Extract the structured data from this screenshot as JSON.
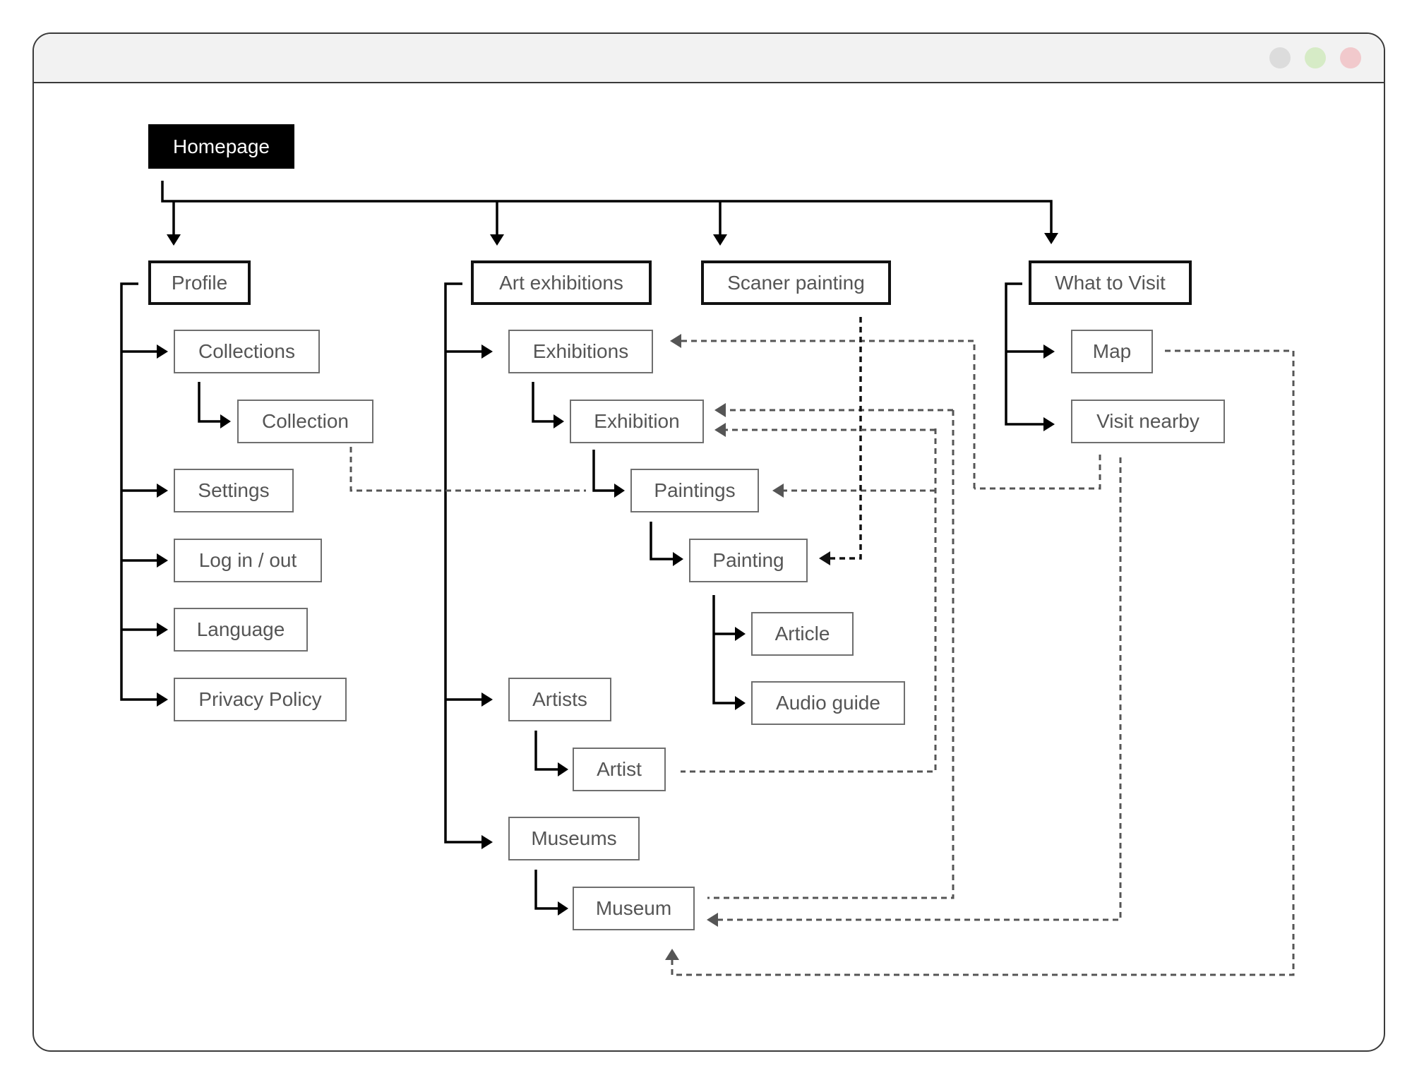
{
  "window": {
    "controls": [
      {
        "name": "grey-dot",
        "color": "#dcdcdc"
      },
      {
        "name": "green-dot",
        "color": "#d6ebc6"
      },
      {
        "name": "pink-dot",
        "color": "#f1c9cc"
      }
    ]
  },
  "nodes": {
    "homepage": "Homepage",
    "profile": "Profile",
    "art_exhibitions": "Art exhibitions",
    "scaner_painting": "Scaner painting",
    "what_to_visit": "What to Visit",
    "collections": "Collections",
    "collection": "Collection",
    "settings": "Settings",
    "log_in_out": "Log in / out",
    "language": "Language",
    "privacy_policy": "Privacy Policy",
    "exhibitions": "Exhibitions",
    "exhibition": "Exhibition",
    "paintings": "Paintings",
    "painting": "Painting",
    "article": "Article",
    "audio_guide": "Audio guide",
    "artists": "Artists",
    "artist": "Artist",
    "museums": "Museums",
    "museum": "Museum",
    "map": "Map",
    "visit_nearby": "Visit nearby"
  },
  "colors": {
    "hierarchy_line": "#000000",
    "cross_link_line": "#555555",
    "node_border": "#6f6f6f",
    "node_text": "#555555",
    "root_fill": "#000000"
  }
}
